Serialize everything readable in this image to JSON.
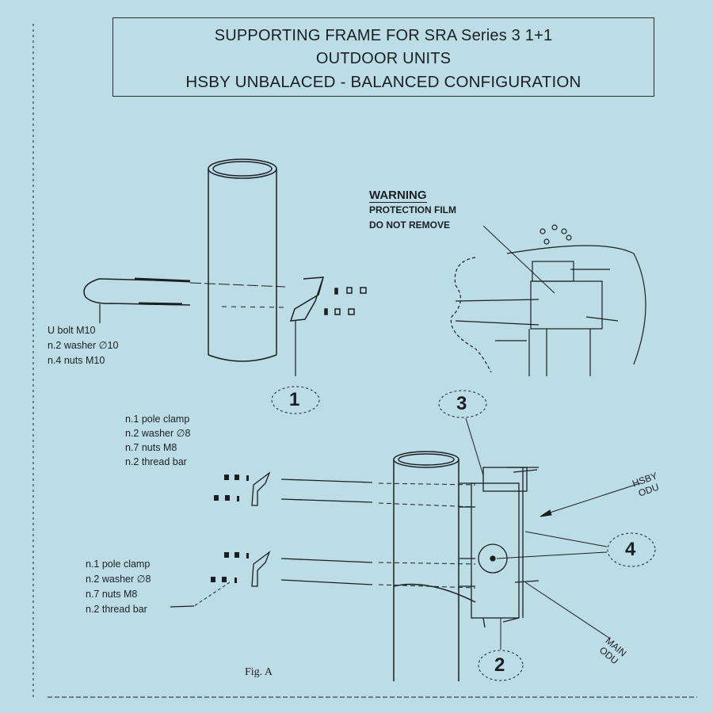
{
  "title": {
    "line1": "SUPPORTING FRAME FOR SRA Series 3 1+1",
    "line2": "OUTDOOR UNITS",
    "line3": "HSBY UNBALACED - BALANCED CONFIGURATION"
  },
  "warning": {
    "heading": "WARNING",
    "line1": "PROTECTION FILM",
    "line2": "DO NOT REMOVE"
  },
  "ubolt_parts": [
    "U bolt M10",
    "n.2 washer ∅10",
    "n.4 nuts M10"
  ],
  "upper_clamp_parts": [
    "n.1 pole clamp",
    "n.2 washer ∅8",
    "n.7 nuts M8",
    "n.2 thread bar"
  ],
  "lower_clamp_parts": [
    "n.1 pole clamp",
    "n.2 washer ∅8",
    "n.7 nuts M8",
    "n.2 thread bar"
  ],
  "callouts": {
    "c1": "1",
    "c2": "2",
    "c3": "3",
    "c4": "4"
  },
  "labels": {
    "hsby_1": "HSBY",
    "hsby_2": "ODU",
    "main_1": "MAIN",
    "main_2": "ODU"
  },
  "figure_caption": "Fig. A",
  "colors": {
    "paper": "#bcdde6",
    "ink": "#1a1f24"
  }
}
